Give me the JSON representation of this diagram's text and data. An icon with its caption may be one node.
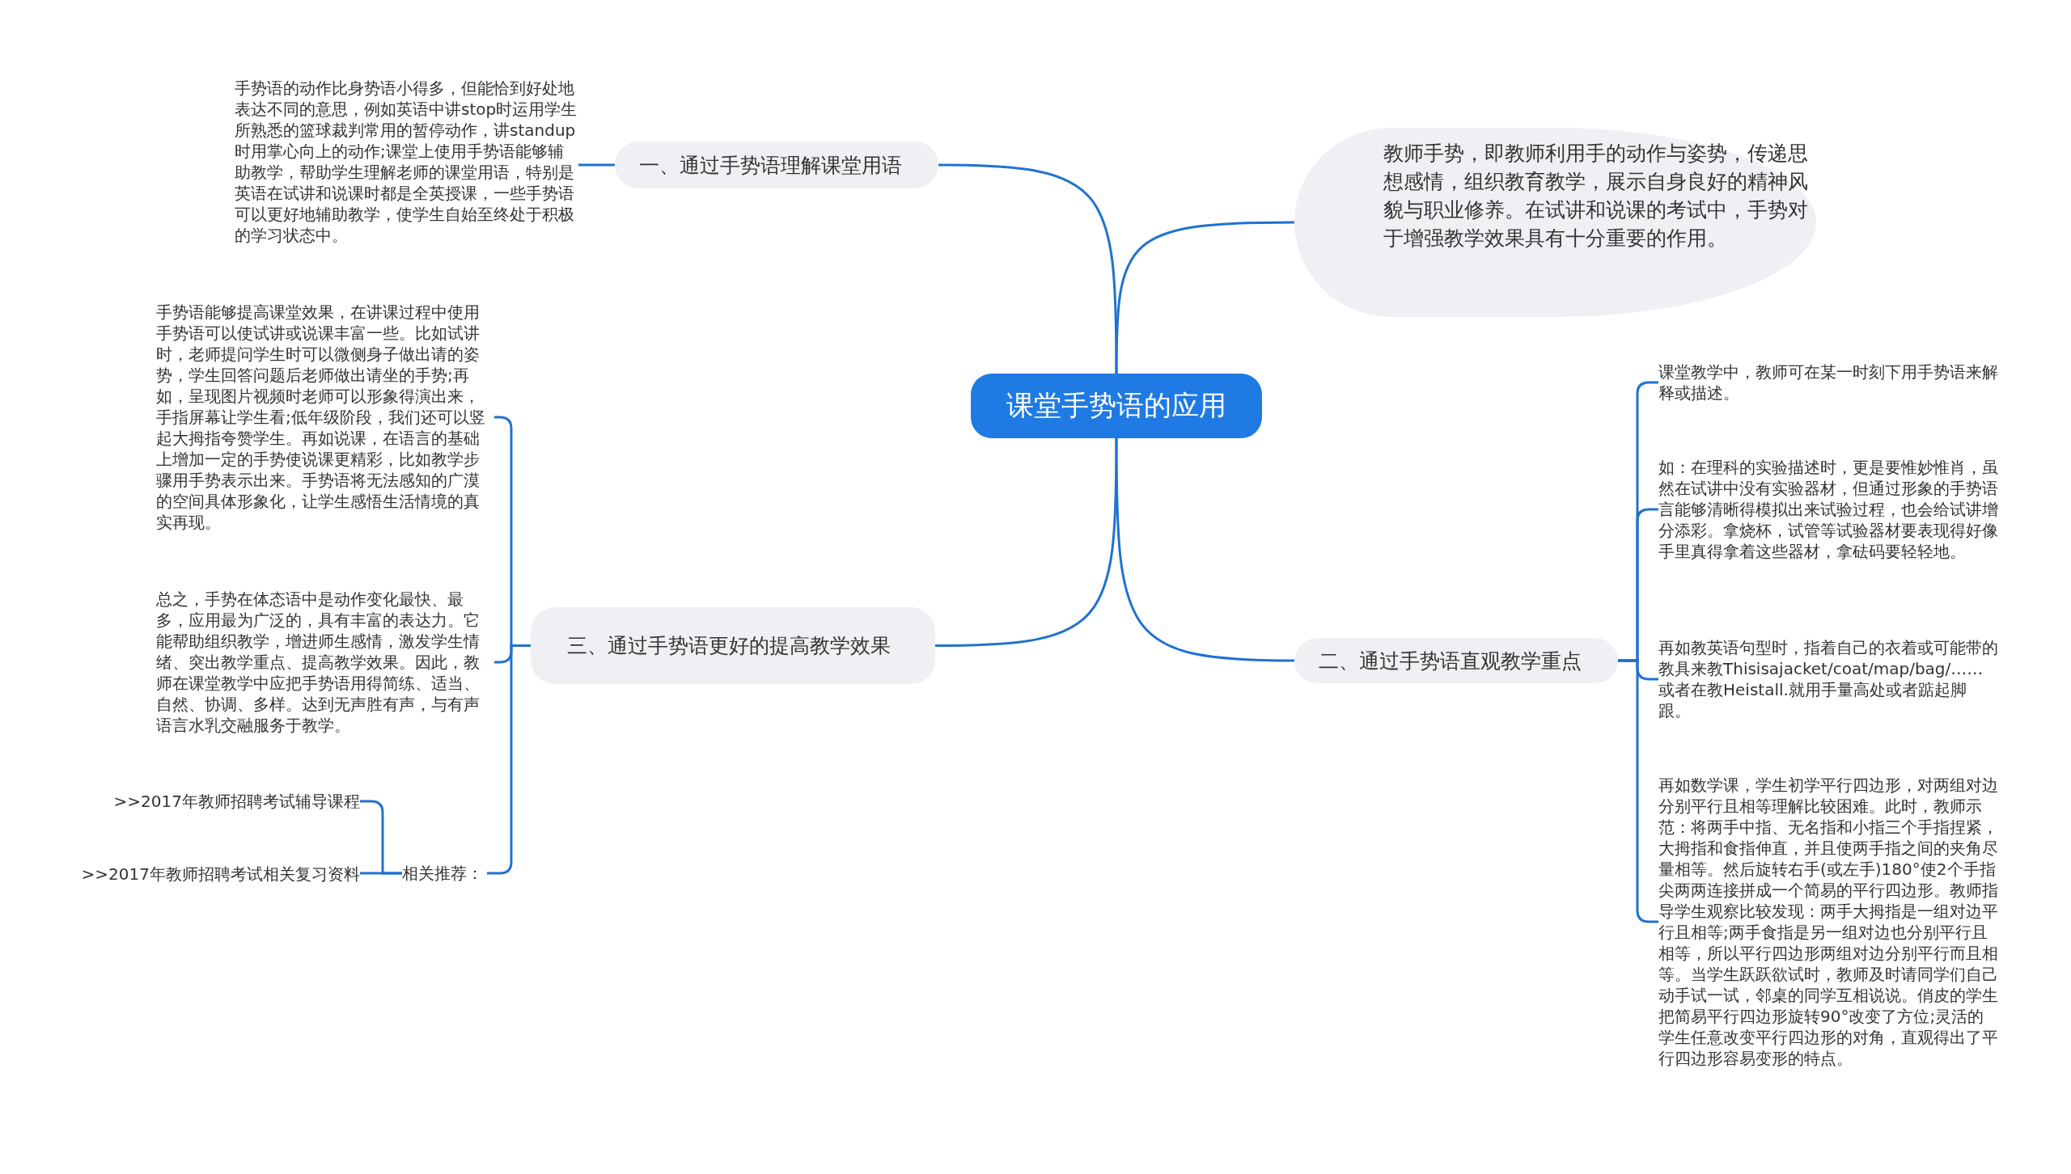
{
  "diagram": {
    "nodes": [
      {
        "text": [
          "课堂手势语的应用"
        ]
      },
      {
        "text": [
          "一、通过手势语理解课堂用语"
        ]
      },
      {
        "text": [
          "手势语的动作比身势语小得多，但能恰到好处地表达不同的意思，例如英语中讲stop时运用学生所熟悉的篮球裁判常用的暂停动作，讲standup时用掌心向上的动作;课堂上使用手势语能够辅助教学，帮助学生理解老师的课堂用语，特别是英语在试讲和说课时都是全英授课，一些手势语可以更好地辅助教学，使学生自始至终处于积极的学习状态中。"
        ]
      },
      {
        "text": [
          "教师手势，即教师利用手的动作与姿势，传递思想感情，组织教育教学，展示自身良好的精神风貌与职业修养。在试讲和说课的考试中，手势对于增强教学效果具有十分重要的作用。"
        ]
      },
      {
        "text": [
          "三、通过手势语更好的提高教学效果"
        ]
      },
      {
        "text": [
          "手势语能够提高课堂效果，在讲课过程中使用手势语可以使试讲或说课丰富一些。比如试讲时，老师提问学生时可以微侧身子做出请的姿势，学生回答问题后老师做出请坐的手势;再如，呈现图片视频时老师可以形象得演出来，手指屏幕让学生看;低年级阶段，我们还可以竖起大拇指夸赞学生。再如说课，在语言的基础上增加一定的手势使说课更精彩，比如教学步骤用手势表示出来。手势语将无法感知的广漠的空间具体形象化，让学生感悟生活情境的真实再现。"
        ]
      },
      {
        "text": [
          "总之，手势在体态语中是动作变化最快、最多，应用最为广泛的，具有丰富的表达力。它能帮助组织教学，增进师生感情，激发学生情绪、突出教学重点、提高教学效果。因此，教师在课堂教学中应把手势语用得简练、适当、自然、协调、多样。达到无声胜有声，与有声语言水乳交融服务于教学。"
        ]
      },
      {
        "text": [
          "相关推荐："
        ]
      },
      {
        "text": [
          ">>2017年教师招聘考试辅导课程"
        ]
      },
      {
        "text": [
          ">>2017年教师招聘考试相关复习资料"
        ]
      },
      {
        "text": [
          "二、通过手势语直观教学重点"
        ]
      },
      {
        "text": [
          "课堂教学中，教师可在某一时刻下用手势语来解释或描述。"
        ]
      },
      {
        "text": [
          "如：在理科的实验描述时，更是要惟妙惟肖，虽然在试讲中没有实验器材，但通过形象的手势语言能够清晰得模拟出来试验过程，也会给试讲增分添彩。拿烧杯，试管等试验器材要表现得好像手里真得拿着这些器材，拿砝码要轻轻地。"
        ]
      },
      {
        "text": [
          "再如教英语句型时，指着自己的衣着或可能带的教具来教Thisisajacket/coat/map/bag/……或者在教Heistall.就用手量高处或者踮起脚跟。"
        ]
      },
      {
        "text": [
          "再如数学课，学生初学平行四边形，对两组对边分别平行且相等理解比较困难。此时，教师示范：将两手中指、无名指和小指三个手指捏紧，大拇指和食指伸直，并且使两手指之间的夹角尽量相等。然后旋转右手(或左手)180°使2个手指尖两两连接拼成一个简易的平行四边形。教师指导学生观察比较发现：两手大拇指是一组对边平行且相等;两手食指是另一组对边也分别平行且相等，所以平行四边形两组对边分别平行而且相等。当学生跃跃欲试时，教师及时请同学们自己动手试一试，邻桌的同学互相说说。俏皮的学生把简易平行四边形旋转90°改变了方位;灵活的学生任意改变平行四边形的对角，直观得出了平行四边形容易变形的特点。"
        ]
      }
    ],
    "edges": [
      {
        "from": 0,
        "to": 1,
        "arrow": "none"
      },
      {
        "from": 1,
        "to": 2,
        "arrow": "none"
      },
      {
        "from": 0,
        "to": 3,
        "arrow": "none"
      },
      {
        "from": 0,
        "to": 4,
        "arrow": "none"
      },
      {
        "from": 4,
        "to": 5,
        "arrow": "none"
      },
      {
        "from": 4,
        "to": 6,
        "arrow": "none"
      },
      {
        "from": 4,
        "to": 7,
        "arrow": "none"
      },
      {
        "from": 7,
        "to": 8,
        "arrow": "none"
      },
      {
        "from": 7,
        "to": 9,
        "arrow": "none"
      },
      {
        "from": 0,
        "to": 10,
        "arrow": "none"
      },
      {
        "from": 10,
        "to": 11,
        "arrow": "none"
      },
      {
        "from": 10,
        "to": 12,
        "arrow": "none"
      },
      {
        "from": 10,
        "to": 13,
        "arrow": "none"
      },
      {
        "from": 10,
        "to": 14,
        "arrow": "none"
      }
    ]
  }
}
